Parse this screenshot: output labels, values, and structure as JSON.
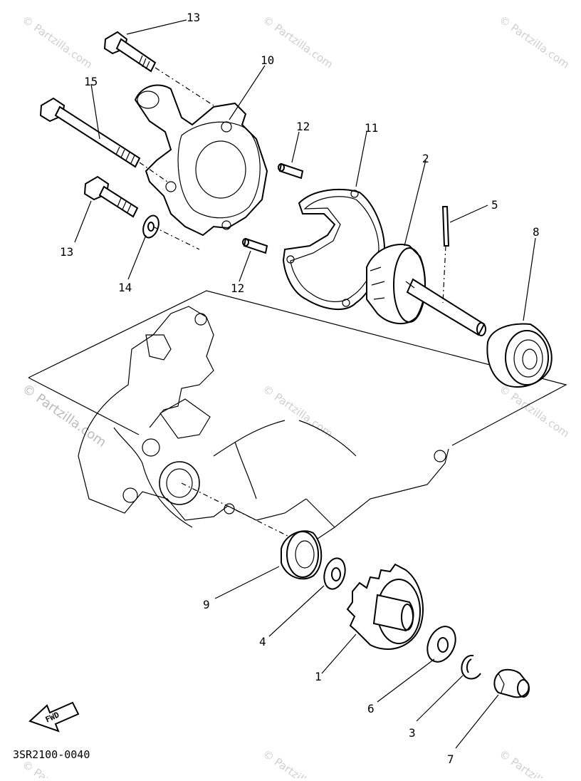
{
  "watermarks": [
    "© Partzilla.com",
    "© Partzilla.com",
    "© Partzilla.com",
    "© Partzilla.com",
    "© Partzilla.com",
    "© Partzilla.com",
    "© Partzilla.com",
    "© Partzilla.com",
    "© Partzilla.com"
  ],
  "callouts": {
    "p13a": "13",
    "p10": "10",
    "p15": "15",
    "p12a": "12",
    "p11": "11",
    "p2": "2",
    "p5": "5",
    "p8": "8",
    "p13b": "13",
    "p14": "14",
    "p12b": "12",
    "p9": "9",
    "p4": "4",
    "p1": "1",
    "p6": "6",
    "p3": "3",
    "p7": "7"
  },
  "fwd_label": "FWD",
  "diagram_code": "3SR2100-0040"
}
